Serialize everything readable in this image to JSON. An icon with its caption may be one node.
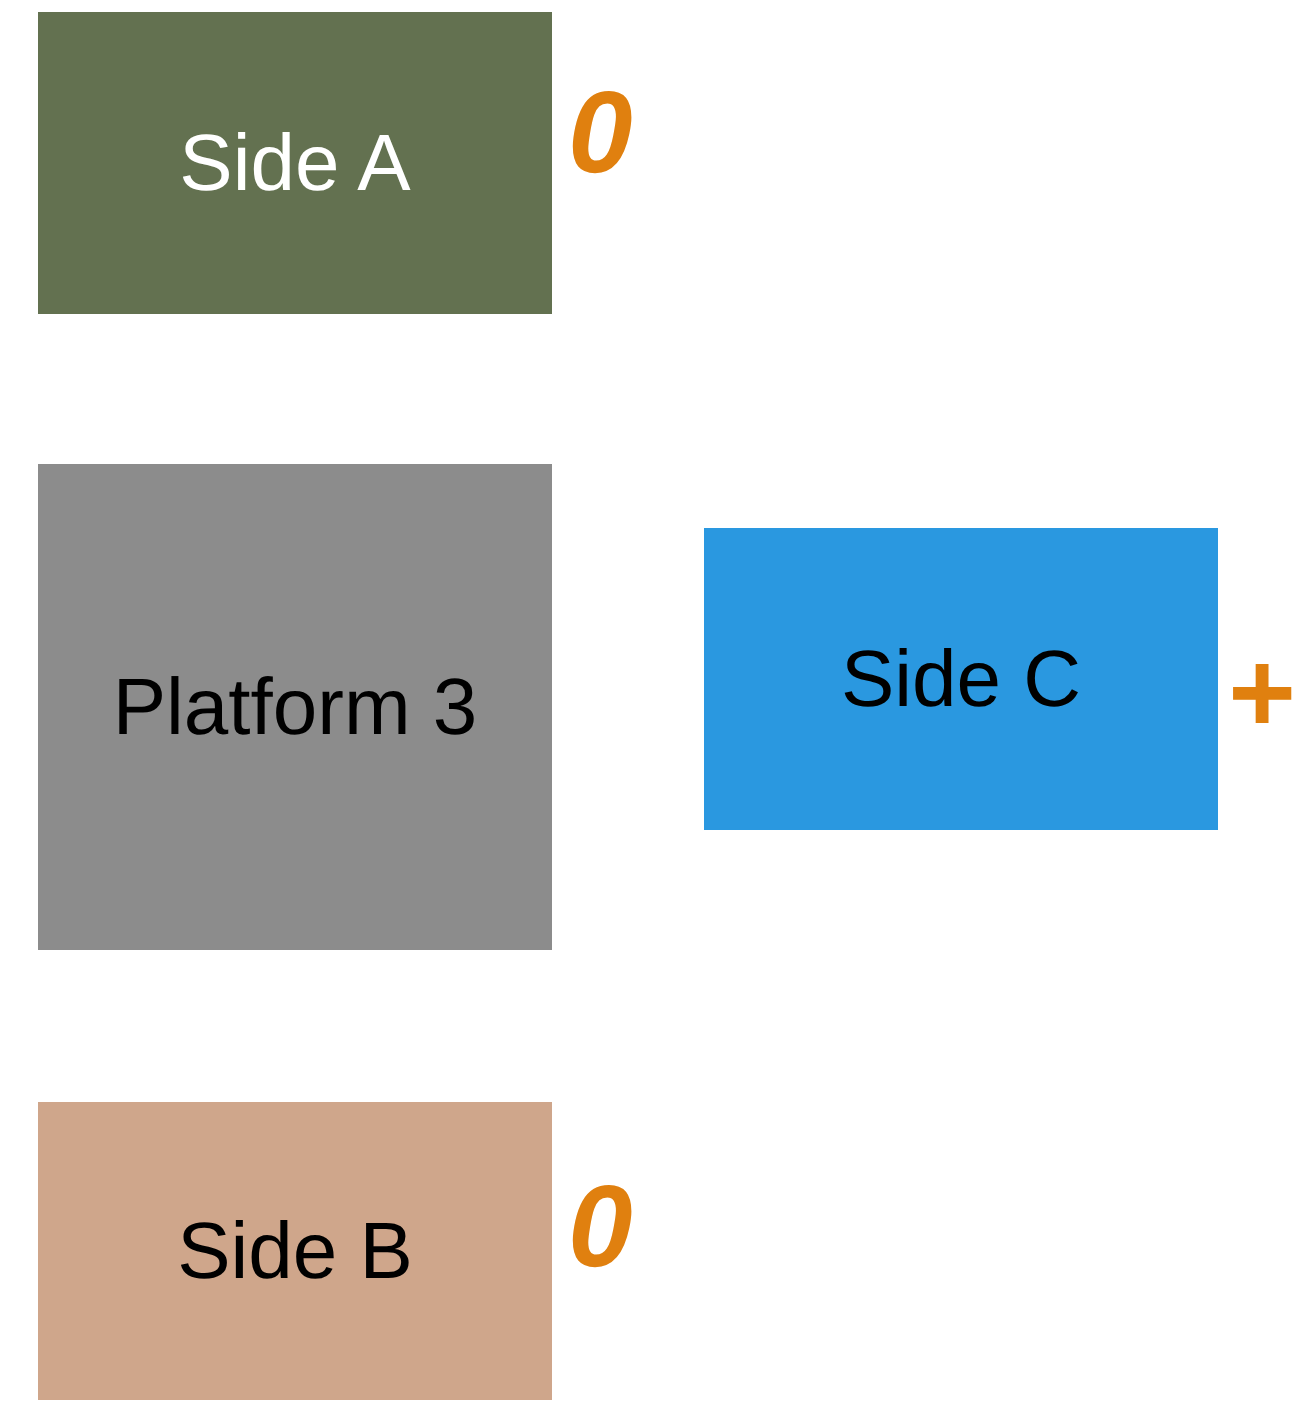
{
  "diagram": {
    "nodes": [
      {
        "text": [
          "Side A"
        ],
        "beside": [
          "0"
        ]
      },
      {
        "text": [
          "Platform 3"
        ]
      },
      {
        "text": [
          "Side C"
        ],
        "beside": [
          "+"
        ]
      },
      {
        "text": [
          "Side B"
        ],
        "beside": [
          "0"
        ]
      }
    ]
  }
}
